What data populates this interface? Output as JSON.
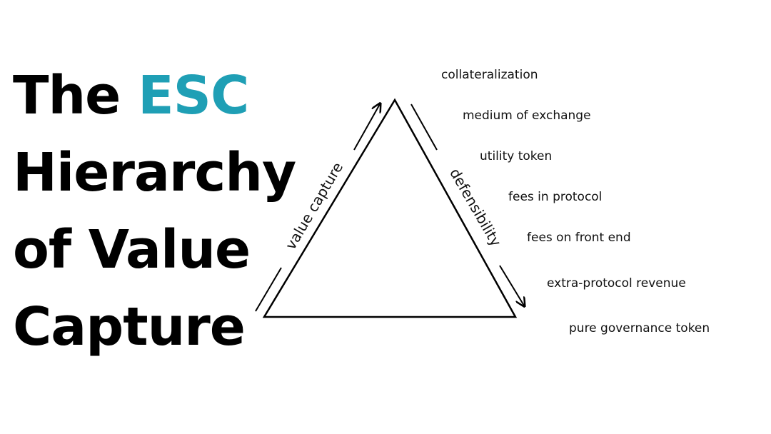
{
  "title": {
    "part1": "The ",
    "accent": "ESC",
    "line2": "Hierarchy",
    "line3": "of Value",
    "line4": "Capture",
    "accent_color": "#1f9fb5"
  },
  "diagram": {
    "left_axis_label": "value capture",
    "right_axis_label": "defensibility",
    "levels": [
      "collateralization",
      "medium of exchange",
      "utility token",
      "fees in protocol",
      "fees on front end",
      "extra-protocol revenue",
      "pure governance token"
    ]
  }
}
